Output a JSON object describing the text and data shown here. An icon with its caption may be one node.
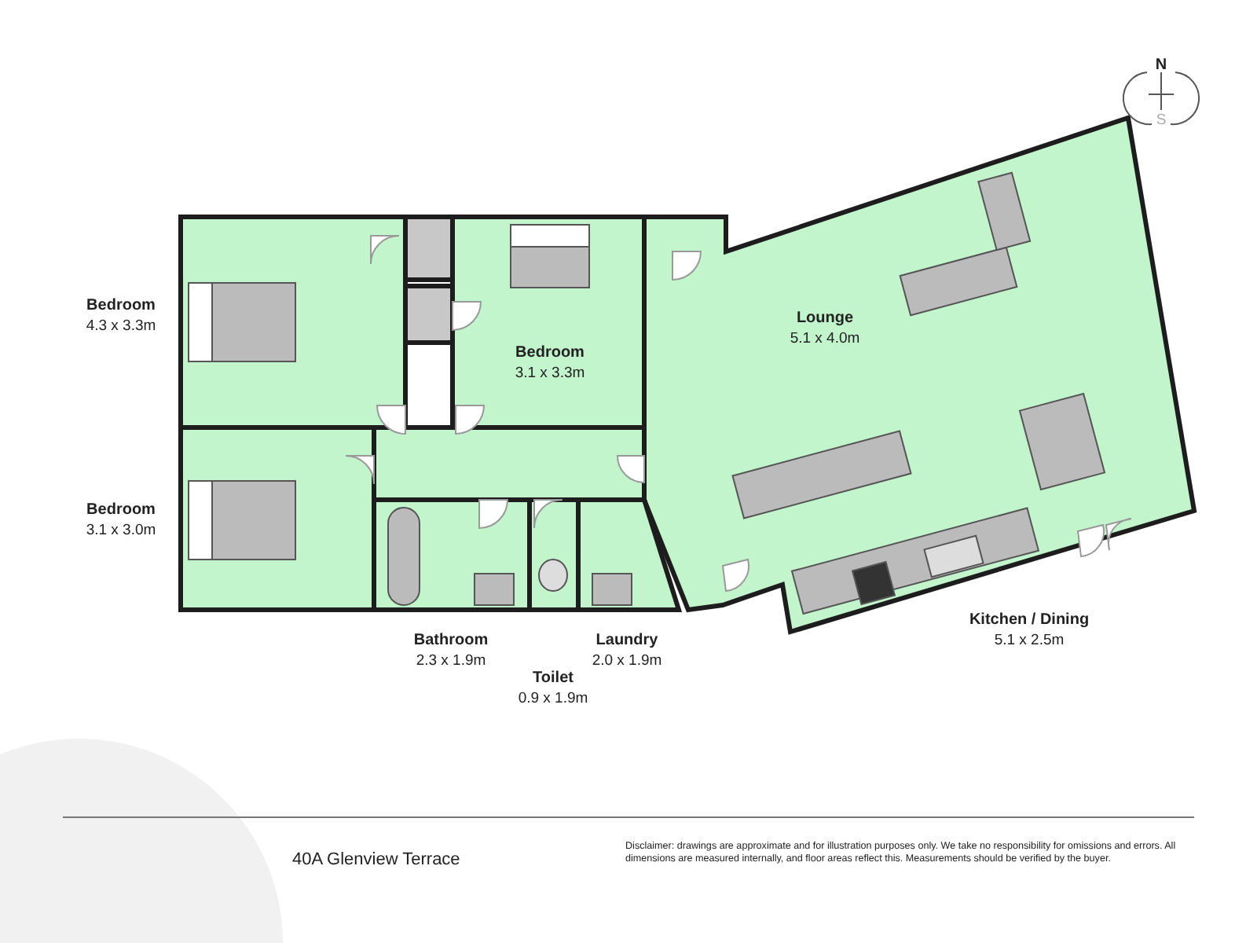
{
  "diagram": {
    "labels": [
      "N",
      "S",
      "Bedroom",
      "4.3 x 3.3m",
      "Bedroom",
      "3.1 x 3.3m",
      "Lounge",
      "5.1 x 4.0m",
      "Bedroom",
      "3.1 x 3.0m",
      "Kitchen / Dining",
      "5.1 x 2.5m",
      "Bathroom",
      "2.3 x 1.9m",
      "Laundry",
      "2.0 x 1.9m",
      "Toilet",
      "0.9 x 1.9m",
      "40A Glenview Terrace",
      "Disclaimer: drawings are approximate and for illustration purposes only. We take no responsibility for omissions and errors. All dimensions are measured internally, and floor areas reflect this. Measurements should be verified by the buyer."
    ]
  }
}
